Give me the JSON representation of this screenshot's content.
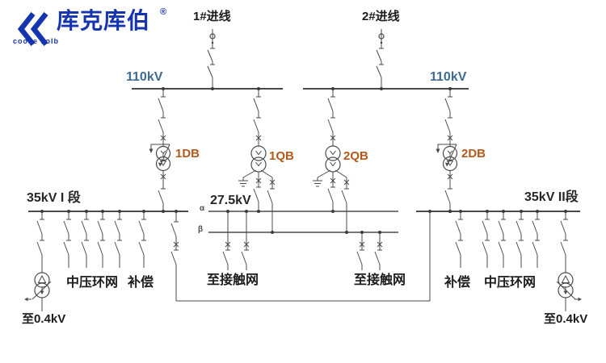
{
  "brand": {
    "name_cn": "库克库伯",
    "name_en": "cooke kolb",
    "registered_mark": "®"
  },
  "header": {
    "incoming_1": "1#进线",
    "incoming_2": "2#进线"
  },
  "hv": {
    "left_bus_label": "110kV",
    "right_bus_label": "110kV"
  },
  "transformers": {
    "t1db": "1DB",
    "t1qb": "1QB",
    "t2qb": "2QB",
    "t2db": "2DB"
  },
  "traction_bus": {
    "voltage": "27.5kV",
    "phase_alpha": "α",
    "phase_beta": "β",
    "catenary_left": "至接触网",
    "catenary_right": "至接触网"
  },
  "distribution": {
    "bus1_label": "35kV I 段",
    "bus2_label": "35kV II段",
    "ring_left": "中压环网",
    "comp_left": "补偿",
    "comp_right": "补偿",
    "ring_right": "中压环网",
    "lv_left": "至0.4kV",
    "lv_right": "至0.4kV"
  },
  "colors": {
    "brand_blue": "#1634ae",
    "hv_label_blue": "#3e6a92",
    "transformer_label_orange": "#b25a1e",
    "line_gray": "#4a4a4a",
    "text_dark": "#1c1c1c"
  }
}
